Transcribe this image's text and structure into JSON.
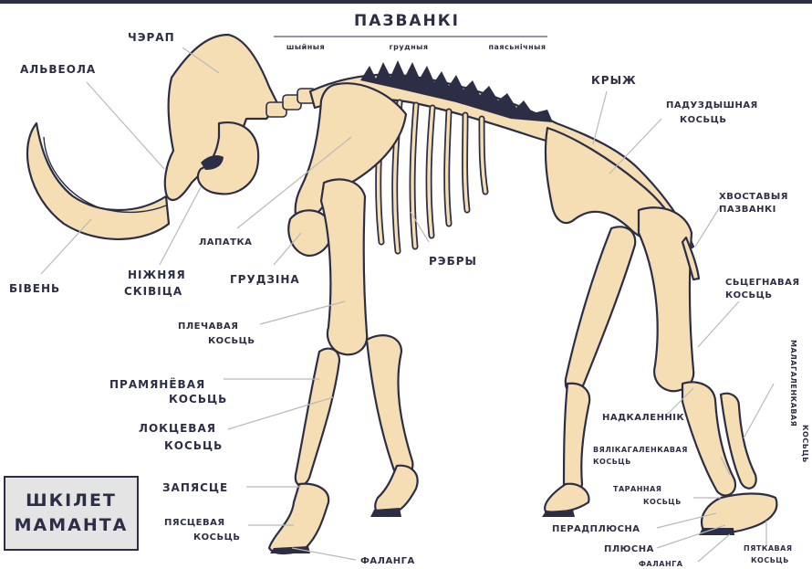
{
  "title": {
    "line1": "ШКІЛЕТ",
    "line2": "МАМАНТА"
  },
  "vertebrae_header": {
    "title": "ПАЗВАНКІ",
    "sub": [
      "шыйныя",
      "грудныя",
      "паясьнічныя"
    ]
  },
  "labels": {
    "skull": "ЧЭРАП",
    "alveolus": "АЛЬВЕОЛА",
    "tusk": "БІВЕНЬ",
    "lower_jaw": [
      "НІЖНЯЯ",
      "СКІВІЦА"
    ],
    "scapula": "ЛАПАТКА",
    "sternum": "ГРУДЗІНА",
    "ribs": "РЭБРЫ",
    "sacrum": "КРЫЖ",
    "ilium": [
      "ПАДУЗДЫШНАЯ",
      "КОСЬЦЬ"
    ],
    "tail": [
      "ХВОСТАВЫЯ",
      "ПАЗВАНКІ"
    ],
    "femur": [
      "СЬЦЕГНАВАЯ",
      "КОСЬЦЬ"
    ],
    "humerus": [
      "ПЛЕЧАВАЯ",
      "КОСЬЦЬ"
    ],
    "radius": [
      "ПРАМЯНЁВАЯ",
      "КОСЬЦЬ"
    ],
    "ulna": [
      "ЛОКЦЕВАЯ",
      "КОСЬЦЬ"
    ],
    "carpus": "ЗАПЯСЦЕ",
    "metacarpus": [
      "ПЯСЦЕВАЯ",
      "КОСЬЦЬ"
    ],
    "phalanx_front": "ФАЛАНГА",
    "patella": "НАДКАЛЕННІК",
    "tibia": [
      "ВЯЛІКАГАЛЕНКАВАЯ",
      "КОСЬЦЬ"
    ],
    "fibula": [
      "МАЛАГАЛЕНКАВАЯ",
      "КОСЬЦЬ"
    ],
    "talus": [
      "ТАРАННАЯ",
      "КОСЬЦЬ"
    ],
    "tarsus": "ПЕРАДПЛЮСНА",
    "metatarsus": "ПЛЮСНА",
    "phalanx_hind": "ФАЛАНГА",
    "calcaneus": [
      "ПЯТКАВАЯ",
      "КОСЬЦЬ"
    ]
  },
  "colors": {
    "bone": "#f5deb3",
    "outline": "#2c2e45",
    "leader": "#b9b9b9",
    "title_bg": "#e4e4e4"
  }
}
